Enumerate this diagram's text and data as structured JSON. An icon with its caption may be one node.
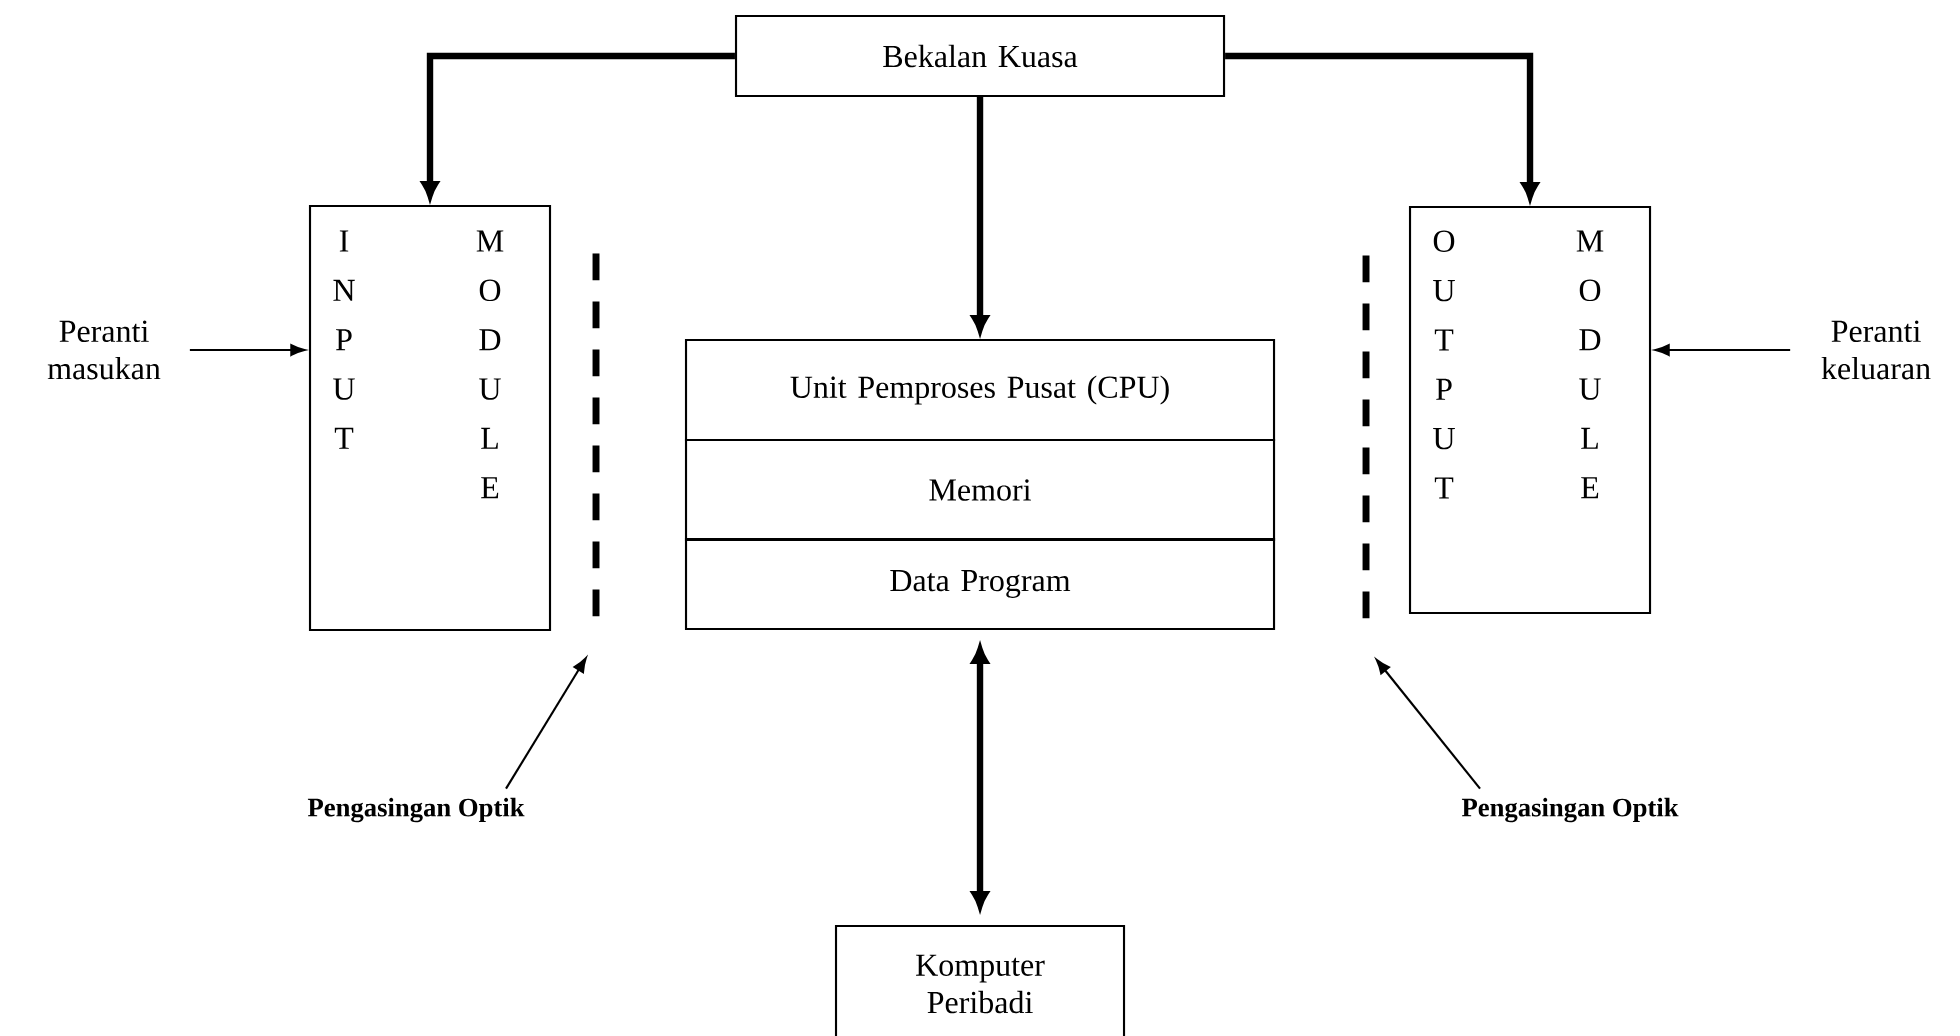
{
  "diagram": {
    "nodes": [
      {
        "text": [
          "Bekalan Kuasa"
        ]
      },
      {
        "text": [
          "I N P U T",
          "M O D U L E"
        ]
      },
      {
        "text": [
          "O U T P U T",
          "M O D U L E"
        ]
      },
      {
        "text": [
          "Unit Pemproses Pusat (CPU)"
        ]
      },
      {
        "text": [
          "Memori"
        ]
      },
      {
        "text": [
          "Data Program"
        ]
      },
      {
        "text": [
          "Komputer Peribadi"
        ]
      },
      {
        "text": [
          "Peranti masukan"
        ]
      },
      {
        "text": [
          "Peranti keluaran"
        ]
      },
      {
        "text": [],
        "shape": "line"
      },
      {
        "text": [
          "Pengasingan Optik"
        ]
      },
      {
        "text": [],
        "shape": "line"
      },
      {
        "text": [
          "Pengasingan Optik"
        ]
      }
    ],
    "edges": [
      {
        "from": 0,
        "to": 1,
        "arrow": "to",
        "style": "thick"
      },
      {
        "from": 0,
        "to": 2,
        "arrow": "to",
        "style": "thick"
      },
      {
        "from": 0,
        "to": 3,
        "arrow": "to",
        "style": "thick"
      },
      {
        "from": 5,
        "to": 6,
        "arrow": "both",
        "style": "thick"
      },
      {
        "from": 7,
        "to": 1,
        "arrow": "to"
      },
      {
        "from": 8,
        "to": 2,
        "arrow": "to"
      },
      {
        "from": 10,
        "to": 9,
        "arrow": "to"
      },
      {
        "from": 12,
        "to": 11,
        "arrow": "to"
      }
    ]
  }
}
